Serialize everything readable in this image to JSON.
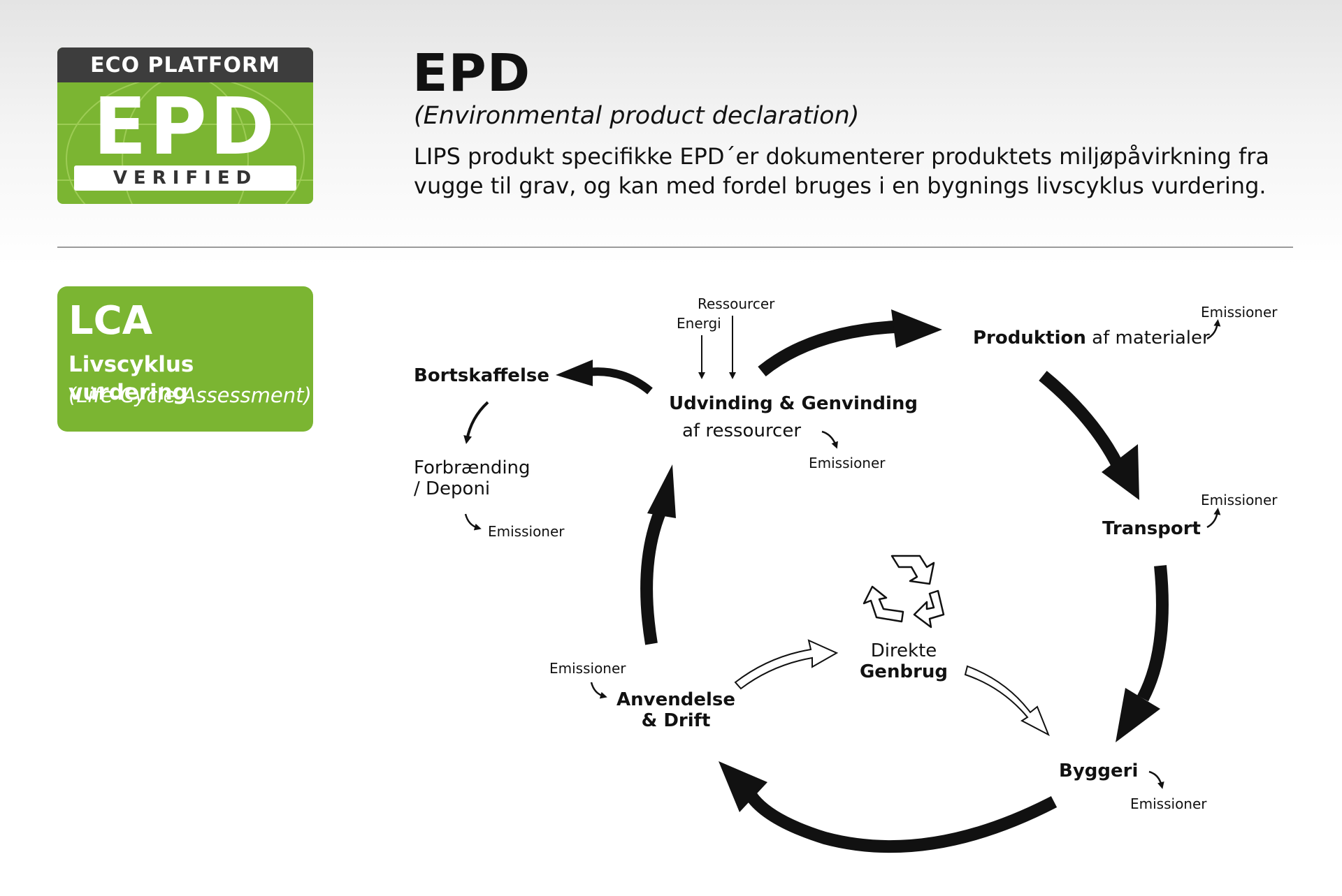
{
  "eco_badge": {
    "top_label": "ECO PLATFORM",
    "main": "EPD",
    "bottom": "VERIFIED"
  },
  "epd": {
    "title": "EPD",
    "subtitle": "(Environmental product declaration)",
    "description_line1": "LIPS produkt specifikke EPD´er dokumenterer produktets miljøpåvirkning fra",
    "description_line2": "vugge til grav, og kan med fordel bruges i en bygnings livscyklus vurdering."
  },
  "lca_badge": {
    "title": "LCA",
    "subtitle": "Livscyklus vurdering",
    "english": "(Life-Cycle Assessment)"
  },
  "diagram": {
    "resources": "Ressourcer",
    "energy": "Energi",
    "extraction_line1": "Udvinding & Genvinding",
    "extraction_line2": "af ressourcer",
    "production_bold": "Produktion",
    "production_rest": " af materialer",
    "transport": "Transport",
    "construction": "Byggeri",
    "use_line1": "Anvendelse",
    "use_line2": "& Drift",
    "disposal": "Bortskaffelse",
    "incineration_line1": "Forbrænding",
    "incineration_line2": "/ Deponi",
    "direct_line1": "Direkte",
    "direct_line2": "Genbrug",
    "emissions": "Emissioner",
    "recycle_icon": "recycle-icon"
  },
  "colors": {
    "green": "#7bb532",
    "dark_grey": "#3d3d3d",
    "black": "#111111"
  }
}
